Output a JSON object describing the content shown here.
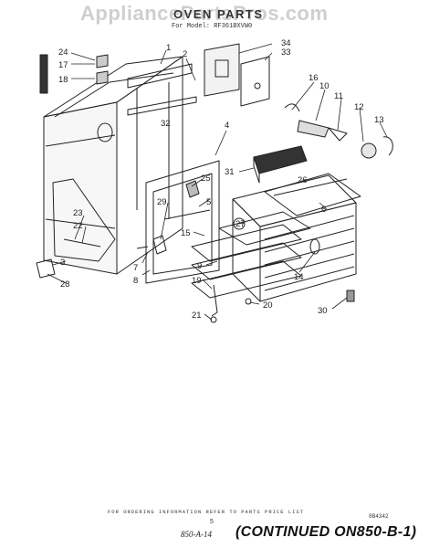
{
  "watermark": "AppliancePartsPros.com",
  "title": "OVEN PARTS",
  "model_line": "For Model: RF361BXVW0",
  "callouts": [
    "1",
    "2",
    "3",
    "4",
    "5",
    "6",
    "7",
    "8",
    "9",
    "10",
    "11",
    "12",
    "13",
    "14",
    "15",
    "16",
    "17",
    "18",
    "19",
    "20",
    "21",
    "22",
    "23",
    "24",
    "25",
    "26",
    "27",
    "28",
    "29",
    "30",
    "31",
    "32",
    "33",
    "34",
    "2",
    "3",
    "5",
    "9",
    "32"
  ],
  "footer": {
    "order_info": "FOR ORDERING INFORMATION REFER TO PARTS PRICE LIST",
    "page_number": "5",
    "code": "8B4342",
    "handwritten_ref": "850-A-14",
    "continued": "(CONTINUED ON850-B-1)"
  }
}
